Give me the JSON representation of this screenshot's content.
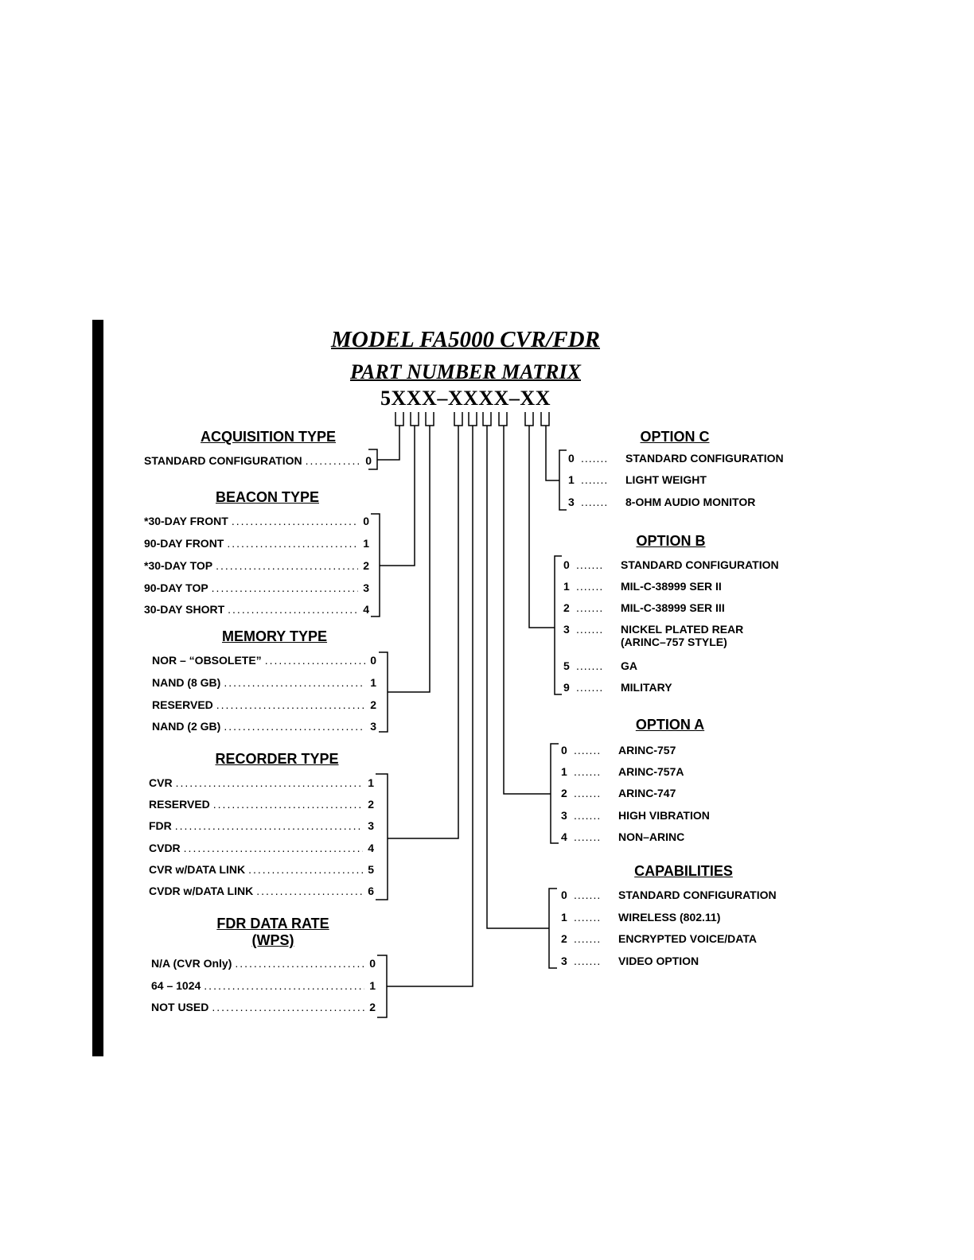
{
  "title": "MODEL FA5000 CVR/FDR",
  "subtitle": "PART NUMBER MATRIX",
  "part_number_pattern": "5XXX–XXXX–XX",
  "left_groups": [
    {
      "heading": "ACQUISITION TYPE",
      "items": [
        {
          "label": "STANDARD CONFIGURATION",
          "code": "0"
        }
      ]
    },
    {
      "heading": "BEACON TYPE",
      "items": [
        {
          "label": "*30-DAY FRONT",
          "code": "0"
        },
        {
          "label": "90-DAY FRONT",
          "code": "1"
        },
        {
          "label": "*30-DAY TOP",
          "code": "2"
        },
        {
          "label": "90-DAY TOP",
          "code": "3"
        },
        {
          "label": "30-DAY SHORT",
          "code": "4"
        }
      ]
    },
    {
      "heading": "MEMORY TYPE",
      "items": [
        {
          "label": "NOR – “OBSOLETE”",
          "code": "0"
        },
        {
          "label": "NAND (8 GB)",
          "code": "1"
        },
        {
          "label": "RESERVED",
          "code": "2"
        },
        {
          "label": "NAND (2 GB)",
          "code": "3"
        }
      ]
    },
    {
      "heading": "RECORDER TYPE",
      "items": [
        {
          "label": "CVR",
          "code": "1"
        },
        {
          "label": "RESERVED",
          "code": "2"
        },
        {
          "label": "FDR",
          "code": "3"
        },
        {
          "label": "CVDR",
          "code": "4"
        },
        {
          "label": "CVR w/DATA LINK",
          "code": "5"
        },
        {
          "label": "CVDR w/DATA LINK",
          "code": "6"
        }
      ]
    },
    {
      "heading": "FDR DATA RATE",
      "heading2": "(WPS)",
      "items": [
        {
          "label": "N/A (CVR Only)",
          "code": "0"
        },
        {
          "label": "64 – 1024",
          "code": "1"
        },
        {
          "label": "NOT USED",
          "code": "2"
        }
      ]
    }
  ],
  "right_groups": [
    {
      "heading": "OPTION C",
      "items": [
        {
          "code": "0",
          "label": "STANDARD CONFIGURATION"
        },
        {
          "code": "1",
          "label": "LIGHT WEIGHT"
        },
        {
          "code": "3",
          "label": "8-OHM AUDIO MONITOR"
        }
      ]
    },
    {
      "heading": "OPTION B",
      "items": [
        {
          "code": "0",
          "label": "STANDARD CONFIGURATION"
        },
        {
          "code": "1",
          "label": "MIL-C-38999 SER II"
        },
        {
          "code": "2",
          "label": "MIL-C-38999 SER III"
        },
        {
          "code": "3",
          "label": "NICKEL PLATED REAR",
          "label2": "(ARINC–757 STYLE)"
        },
        {
          "code": "5",
          "label": "GA"
        },
        {
          "code": "9",
          "label": "MILITARY"
        }
      ]
    },
    {
      "heading": "OPTION A",
      "items": [
        {
          "code": "0",
          "label": "ARINC-757"
        },
        {
          "code": "1",
          "label": "ARINC-757A"
        },
        {
          "code": "2",
          "label": "ARINC-747"
        },
        {
          "code": "3",
          "label": "HIGH VIBRATION"
        },
        {
          "code": "4",
          "label": "NON–ARINC"
        }
      ]
    },
    {
      "heading": "CAPABILITIES",
      "items": [
        {
          "code": "0",
          "label": "STANDARD CONFIGURATION"
        },
        {
          "code": "1",
          "label": "WIRELESS (802.11)"
        },
        {
          "code": "2",
          "label": "ENCRYPTED VOICE/DATA"
        },
        {
          "code": "3",
          "label": "VIDEO  OPTION"
        }
      ]
    }
  ],
  "right_dots": "......."
}
